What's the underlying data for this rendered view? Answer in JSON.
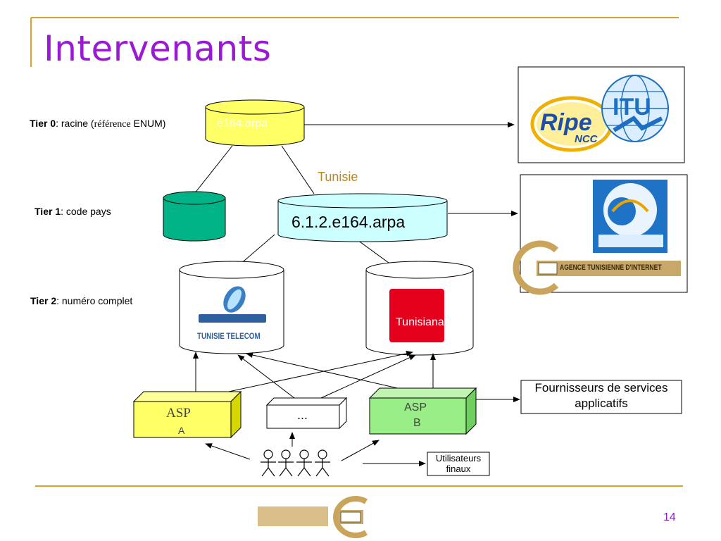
{
  "slide": {
    "title": "Intervenants",
    "page_number": "14"
  },
  "tiers": {
    "tier0_label": "Tier 0",
    "tier0_text_a": ": racine (",
    "tier0_text_ref": "référence",
    "tier0_text_b": "  ENUM)",
    "tier1_label": "Tier 1",
    "tier1_text": ": code pays",
    "tier2_label": "Tier 2",
    "tier2_text": ": numéro complet"
  },
  "nodes": {
    "root_db": "e164.arpa",
    "country_label": "Tunisie",
    "country_db": "6.1.2.e164.arpa",
    "asp_a_line1": "ASP",
    "asp_a_line2": "A",
    "middle_box": "...",
    "asp_b_line1": "ASP",
    "asp_b_line2": "B",
    "providers_line1": "Fournisseurs de services",
    "providers_line2": "applicatifs",
    "users_line1": "Utilisateurs",
    "users_line2": "finaux"
  },
  "logos": {
    "ripe_text": "Ripe",
    "ncc_text": "NCC",
    "itu_text": "ITU",
    "ati_text": "AGENCE TUNISIENNE D'INTERNET",
    "tunisie_telecom_text": "TUNISIE TELECOM",
    "tunisiana_text": "Tunisiana"
  },
  "colors": {
    "title": "#9b19d4",
    "rule": "#d9a22a",
    "root_db": "#ffff66",
    "country_db": "#ccffff",
    "green_db": "#00b386",
    "asp_a": "#ffff66",
    "asp_b": "#99ee88"
  }
}
